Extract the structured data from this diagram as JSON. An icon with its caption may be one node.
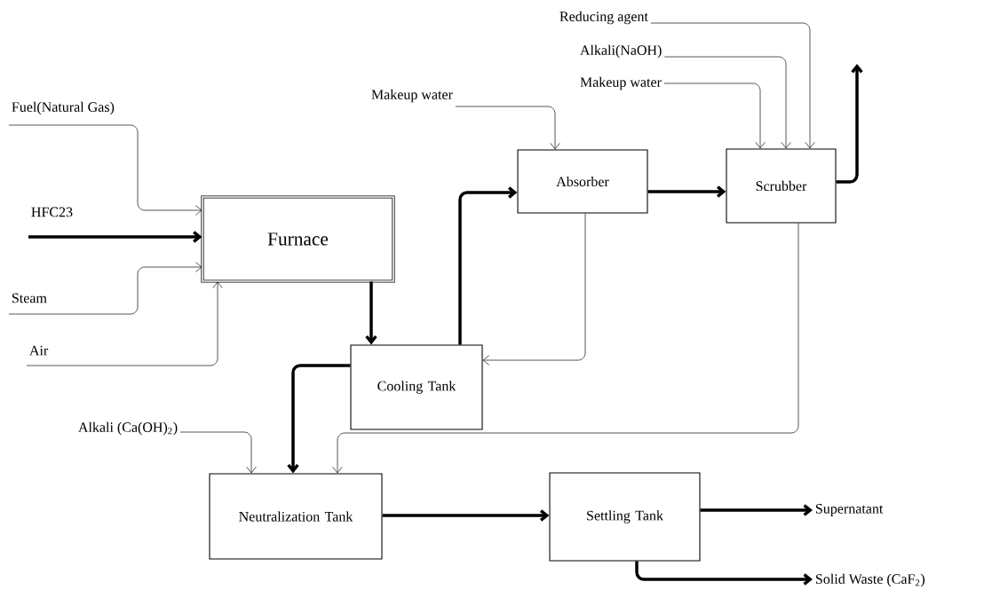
{
  "diagram": {
    "nodes": [
      {
        "text": [
          "Fuel(Natural Gas)"
        ]
      },
      {
        "text": [
          "HFC23"
        ]
      },
      {
        "text": [
          "Steam"
        ]
      },
      {
        "text": [
          "Air"
        ]
      },
      {
        "text": [
          "Furnace"
        ]
      },
      {
        "text": [
          "Makeup water"
        ]
      },
      {
        "text": [
          "Absorber"
        ]
      },
      {
        "text": [
          "Reducing agent"
        ]
      },
      {
        "text": [
          "Alkali(NaOH)"
        ]
      },
      {
        "text": [
          "Makeup water"
        ]
      },
      {
        "text": [
          "Scrubber"
        ]
      },
      {
        "text": [
          "Cooling Tank"
        ]
      },
      {
        "text": [
          "Alkali (Ca(OH)$_{2}$)"
        ]
      },
      {
        "text": [
          "Neutralization Tank"
        ]
      },
      {
        "text": [
          "Settling Tank"
        ]
      },
      {
        "text": [
          "Supernatant"
        ]
      },
      {
        "text": [
          "Solid Waste (CaF$_{2}$)"
        ]
      }
    ],
    "edges": [
      {
        "from": 0,
        "to": 4,
        "arrow": "to"
      },
      {
        "from": 1,
        "to": 4,
        "arrow": "to",
        "style": "thick"
      },
      {
        "from": 2,
        "to": 4,
        "arrow": "to"
      },
      {
        "from": 3,
        "to": 4,
        "arrow": "to"
      },
      {
        "from": 4,
        "to": 11,
        "arrow": "to",
        "style": "thick"
      },
      {
        "from": 11,
        "to": 6,
        "arrow": "to",
        "style": "thick"
      },
      {
        "from": 5,
        "to": 6,
        "arrow": "to"
      },
      {
        "from": 6,
        "to": 10,
        "arrow": "to",
        "style": "thick"
      },
      {
        "from": 7,
        "to": 10,
        "arrow": "to"
      },
      {
        "from": 8,
        "to": 10,
        "arrow": "to"
      },
      {
        "from": 9,
        "to": 10,
        "arrow": "to"
      },
      {
        "from": 10,
        "to": null,
        "arrow": "to",
        "style": "thick"
      },
      {
        "from": 6,
        "to": 11,
        "arrow": "to"
      },
      {
        "from": 11,
        "to": 13,
        "arrow": "to",
        "style": "thick"
      },
      {
        "from": 12,
        "to": 13,
        "arrow": "to"
      },
      {
        "from": 10,
        "to": 13,
        "arrow": "to"
      },
      {
        "from": 13,
        "to": 14,
        "arrow": "to",
        "style": "thick"
      },
      {
        "from": 14,
        "to": 15,
        "arrow": "to",
        "style": "thick"
      },
      {
        "from": 14,
        "to": 16,
        "arrow": "to",
        "style": "thick"
      }
    ]
  }
}
